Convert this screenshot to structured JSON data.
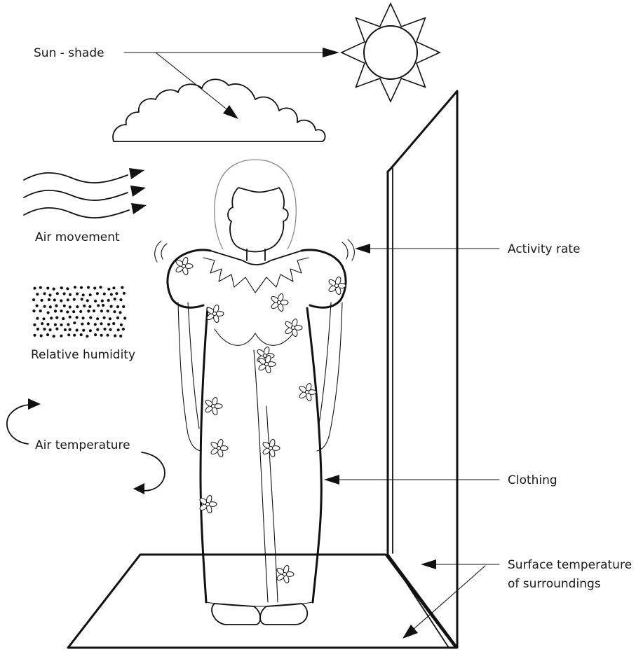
{
  "labels": {
    "sun_shade": "Sun - shade",
    "air_movement": "Air movement",
    "relative_humidity": "Relative humidity",
    "air_temperature": "Air temperature",
    "activity_rate": "Activity rate",
    "clothing": "Clothing",
    "surface_temperature_line1": "Surface temperature",
    "surface_temperature_line2": "of surroundings"
  },
  "icons": {
    "sun": "sun-icon",
    "cloud": "cloud-icon",
    "wind": "wind-icon",
    "humidity": "humidity-dots-icon",
    "temperature": "circular-arrows-icon"
  },
  "colors": {
    "line": "#111111",
    "hair": "#888888",
    "background": "#ffffff"
  }
}
